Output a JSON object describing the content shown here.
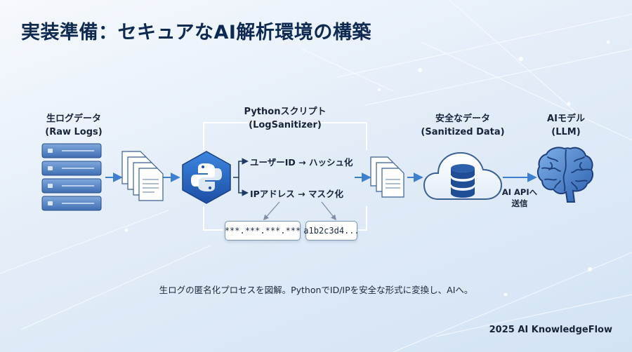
{
  "title": "実装準備：セキュアなAI解析環境の構築",
  "raw_logs": {
    "line1": "生ログデータ",
    "line2": "(Raw Logs)"
  },
  "script": {
    "line1": "Pythonスクリプト",
    "line2": "(LogSanitizer)"
  },
  "sanitized": {
    "line1": "安全なデータ",
    "line2": "(Sanitized Data)"
  },
  "model": {
    "line1": "AIモデル",
    "line2": "(LLM)"
  },
  "steps": {
    "user": "ユーザーID → ハッシュ化",
    "ip": "IPアドレス → マスク化"
  },
  "examples": {
    "masked_ip": "***.***.***.***",
    "hash": "a1b2c3d4..."
  },
  "api": {
    "line1": "AI APIへ",
    "line2": "送信"
  },
  "caption": "生ログの匿名化プロセスを図解。PythonでID/IPを安全な形式に変換し、AIへ。",
  "footer": "2025 AI KnowledgeFlow",
  "colors": {
    "accent": "#2a6dd0",
    "arrow": "#3f7fd0",
    "title": "#0e2a52"
  },
  "icons": [
    "server-rack-icon",
    "documents-icon",
    "python-logo-icon",
    "cloud-database-icon",
    "brain-icon"
  ]
}
